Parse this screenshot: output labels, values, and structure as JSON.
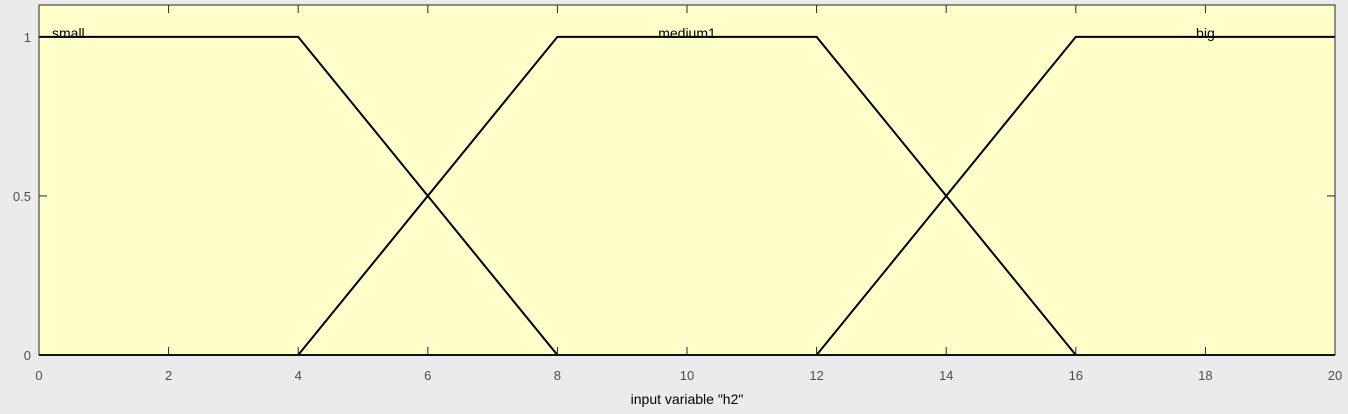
{
  "chart_data": {
    "type": "line",
    "xlabel": "input variable \"h2\"",
    "xlim": [
      0,
      20
    ],
    "ylim": [
      0,
      1.1
    ],
    "x_ticks": [
      0,
      2,
      4,
      6,
      8,
      10,
      12,
      14,
      16,
      18,
      20
    ],
    "x_tick_labels": [
      "0",
      "2",
      "4",
      "6",
      "8",
      "10",
      "12",
      "14",
      "16",
      "18",
      "20"
    ],
    "y_ticks": [
      0,
      0.5,
      1
    ],
    "y_tick_labels": [
      "0",
      "0.5",
      "1"
    ],
    "grid": false,
    "colors": {
      "plot_bg": "#ffffcc",
      "line": "#000000"
    },
    "series": [
      {
        "name": "small",
        "x": [
          0,
          4,
          8,
          20
        ],
        "y": [
          1,
          1,
          0,
          0
        ]
      },
      {
        "name": "medium1",
        "x": [
          0,
          4,
          8,
          12,
          16,
          20
        ],
        "y": [
          0,
          0,
          1,
          1,
          0,
          0
        ]
      },
      {
        "name": "big",
        "x": [
          0,
          12,
          16,
          20
        ],
        "y": [
          0,
          0,
          1,
          1
        ]
      }
    ]
  }
}
